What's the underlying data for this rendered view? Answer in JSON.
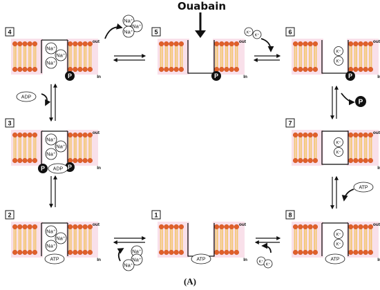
{
  "title": "Ouabain",
  "caption": "(A)",
  "labels": {
    "out": "out",
    "in": "In"
  },
  "ions": {
    "na": "Na⁺",
    "k": "K⁺"
  },
  "phosphate": "P",
  "molecules": {
    "atp": "ATP",
    "adp": "ADP"
  },
  "colors": {
    "lipid_head": "#e0602a",
    "lipid_head_dark": "#c44a1c",
    "lipid_tail": "#f3c46a",
    "membrane_glow": "#f4c6d8",
    "outline": "#111111",
    "phosphate_fill": "#111111"
  },
  "steps": [
    {
      "id": "4",
      "ions": [
        "Na⁺",
        "Na⁺",
        "Na⁺"
      ],
      "pump": "open-inside",
      "phospho": true
    },
    {
      "id": "5",
      "ions": [],
      "pump": "open-outside",
      "phospho": true
    },
    {
      "id": "6",
      "ions": [
        "K⁺",
        "K⁺"
      ],
      "pump": "open-outside",
      "phospho": true
    },
    {
      "id": "3",
      "ions": [
        "Na⁺",
        "Na⁺",
        "Na⁺"
      ],
      "pump": "open-inside",
      "phospho": true,
      "bound": "ADP"
    },
    {
      "id": "7",
      "ions": [
        "K⁺",
        "K⁺"
      ],
      "pump": "occluded",
      "phospho": false
    },
    {
      "id": "2",
      "ions": [
        "Na⁺",
        "Na⁺",
        "Na⁺"
      ],
      "pump": "open-inside",
      "phospho": false,
      "bound": "ATP"
    },
    {
      "id": "1",
      "ions": [],
      "pump": "open-outside",
      "phospho": false,
      "bound": "ATP"
    },
    {
      "id": "8",
      "ions": [
        "K⁺",
        "K⁺"
      ],
      "pump": "open-inside",
      "phospho": false,
      "bound": "ATP"
    }
  ],
  "released": {
    "na_top": [
      "Na⁺",
      "Na⁺",
      "Na⁺"
    ],
    "na_bottom": [
      "Na⁺",
      "Na⁺",
      "Na⁺"
    ],
    "k_top": [
      "K⁺",
      "K⁺"
    ],
    "k_bottom": [
      "K⁺",
      "K⁺"
    ],
    "adp_left": "ADP",
    "atp_right_7": "ATP",
    "atp_right_8": "ATP"
  }
}
